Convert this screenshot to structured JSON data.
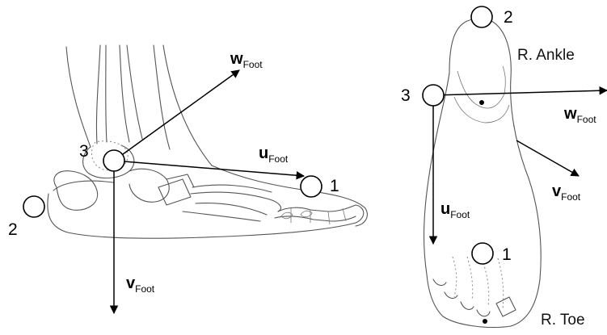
{
  "colors": {
    "ink": "#000000",
    "sketch": "#555555",
    "background": "#ffffff"
  },
  "lateral_view": {
    "vectors": {
      "w": {
        "symbol": "w",
        "subscript": "Foot"
      },
      "u": {
        "symbol": "u",
        "subscript": "Foot"
      },
      "v": {
        "symbol": "v",
        "subscript": "Foot"
      }
    },
    "markers": {
      "m1": "1",
      "m2": "2",
      "m3": "3"
    }
  },
  "top_view": {
    "vectors": {
      "w": {
        "symbol": "w",
        "subscript": "Foot"
      },
      "u": {
        "symbol": "u",
        "subscript": "Foot"
      },
      "v": {
        "symbol": "v",
        "subscript": "Foot"
      }
    },
    "markers": {
      "m1": "1",
      "m2": "2",
      "m3": "3"
    },
    "ankle_label": "R. Ankle",
    "toe_label": "R. Toe"
  }
}
